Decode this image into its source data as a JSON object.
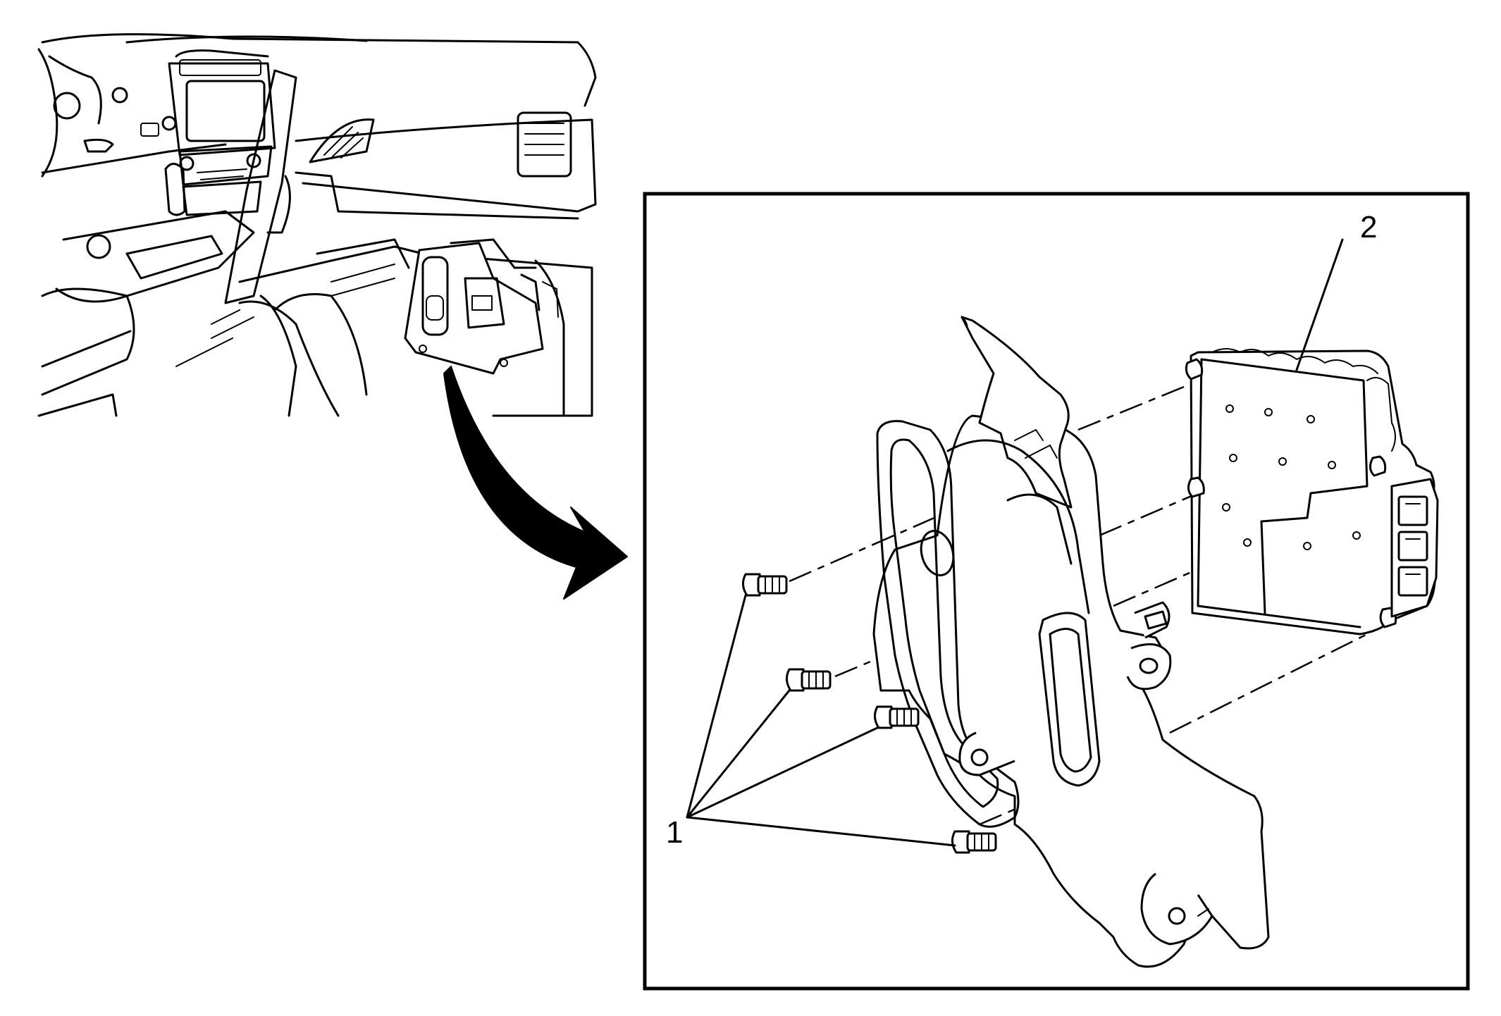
{
  "diagram": {
    "overview": {
      "icon": "dashboard-overview-illustration"
    },
    "detail": {
      "icon": "module-bracket-exploded-view"
    },
    "callouts": [
      {
        "label": "1"
      },
      {
        "label": "2"
      }
    ],
    "colors": {
      "ink": "#000000",
      "paper": "#ffffff"
    }
  }
}
